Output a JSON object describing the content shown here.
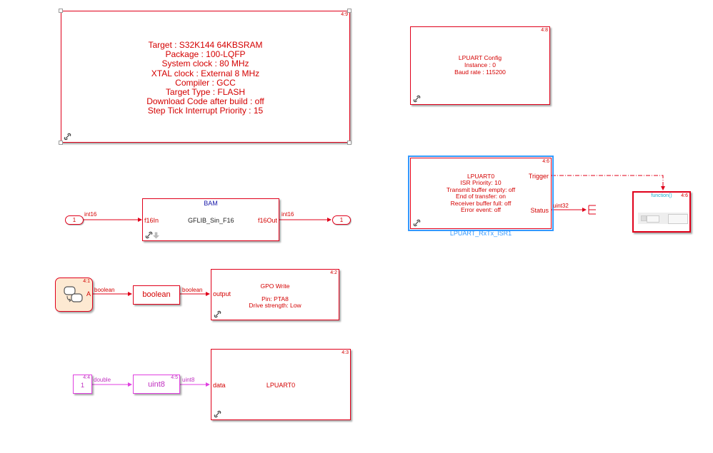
{
  "config_block": {
    "tag": "4:9",
    "lines": [
      "Target : S32K144 64KBSRAM",
      "Package : 100-LQFP",
      "System clock : 80 MHz",
      "XTAL clock : External 8 MHz",
      "Compiler : GCC",
      "Target Type : FLASH",
      "Download Code after build : off",
      "Step Tick Interrupt Priority : 15"
    ]
  },
  "lpuart_config": {
    "tag": "4:8",
    "lines": [
      "LPUART Config",
      "Instance : 0",
      "Baud rate : 115200"
    ]
  },
  "isr_block": {
    "tag": "4:6",
    "lines": [
      "LPUART0",
      "ISR Priority: 10",
      "Transmit buffer empty: off",
      "End of transfer: on",
      "Receiver buffer full: off",
      "Error event: off"
    ],
    "trigger_port": "Trigger",
    "status_port": "Status",
    "name": "LPUART_RxTx_ISR1",
    "status_signal": "uint32"
  },
  "function_block": {
    "tag": "4:6",
    "label": "function()"
  },
  "bam_block": {
    "title": "BAM",
    "function": "GFLIB_Sin_F16",
    "in_port": "f16In",
    "out_port": "f16Out",
    "in_signal": "int16",
    "out_signal": "int16",
    "inport_num": "1",
    "outport_num": "1"
  },
  "chart_block": {
    "tag": "4:1",
    "out_port": "A",
    "out_signal": "boolean"
  },
  "boolean_block": {
    "label": "boolean",
    "out_signal": "boolean"
  },
  "gpo_block": {
    "tag": "4:2",
    "title": "GPO Write",
    "pin": "Pin: PTA8",
    "drive": "Drive strength: Low",
    "in_port": "output"
  },
  "const_block": {
    "tag": "4:4",
    "value": "1",
    "out_signal": "double"
  },
  "uint8_block": {
    "tag": "4:5",
    "label": "uint8",
    "out_signal": "uint8"
  },
  "lpuart_tx_block": {
    "tag": "4:3",
    "label": "LPUART0",
    "in_port": "data"
  },
  "colors": {
    "block_red": "#e0001a",
    "text_red": "#d40000",
    "magenta": "#e040e0",
    "selection_blue": "#3399ff",
    "navy": "#1a1aaa"
  }
}
